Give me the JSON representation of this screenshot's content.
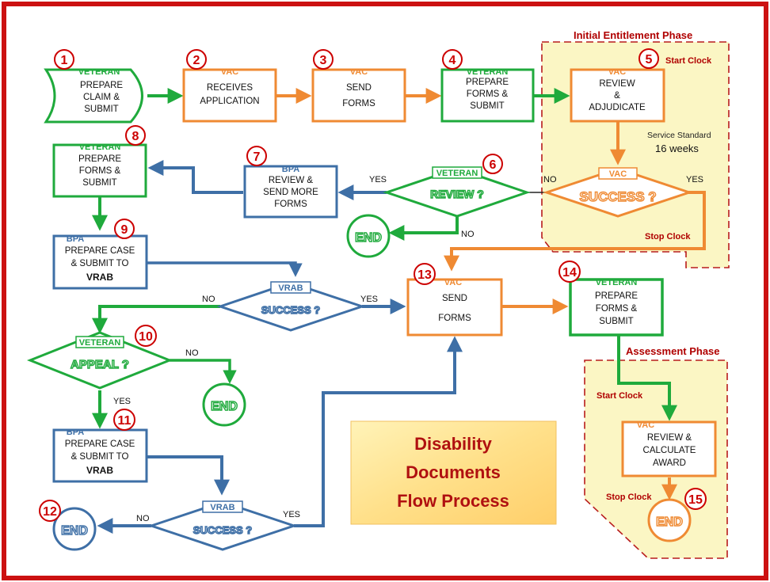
{
  "title_lines": [
    "Disability",
    "Documents",
    "Flow Process"
  ],
  "phases": {
    "initial": "Initial Entitlement Phase",
    "assessment": "Assessment Phase"
  },
  "clocks": {
    "start_1": "Start Clock",
    "stop_1": "Stop Clock",
    "start_2": "Start Clock",
    "stop_2": "Stop Clock"
  },
  "service_standard": {
    "label": "Service Standard",
    "value": "16 weeks"
  },
  "colors": {
    "green": "#1faa3c",
    "orange": "#ef8a33",
    "blue": "#3e6fa6",
    "red": "#cc0000",
    "zone_fill": "#fbf6c4"
  },
  "steps": {
    "s1": {
      "num": "1",
      "actor": "VETERAN",
      "lines": [
        "PREPARE",
        "CLAIM &",
        "SUBMIT"
      ]
    },
    "s2": {
      "num": "2",
      "actor": "VAC",
      "lines": [
        "RECEIVES",
        "APPLICATION"
      ]
    },
    "s3": {
      "num": "3",
      "actor": "VAC",
      "lines": [
        "SEND",
        "FORMS"
      ]
    },
    "s4": {
      "num": "4",
      "actor": "VETERAN",
      "lines": [
        "PREPARE",
        "FORMS &",
        "SUBMIT"
      ]
    },
    "s5": {
      "num": "5",
      "actor": "VAC",
      "lines": [
        "REVIEW",
        "&",
        "ADJUDICATE"
      ]
    },
    "s6": {
      "num": "6",
      "actor": "VETERAN",
      "question": "REVIEW ?"
    },
    "s5d": {
      "actor": "VAC",
      "question": "SUCCESS ?"
    },
    "s7": {
      "num": "7",
      "actor": "BPA",
      "lines": [
        "REVIEW &",
        "SEND MORE",
        "FORMS"
      ]
    },
    "s8": {
      "num": "8",
      "actor": "VETERAN",
      "lines": [
        "PREPARE",
        "FORMS &",
        "SUBMIT"
      ]
    },
    "s9": {
      "num": "9",
      "actor": "BPA",
      "lines": [
        "PREPARE CASE",
        "& SUBMIT  TO"
      ],
      "bold_line": "VRAB"
    },
    "vrab1": {
      "actor": "VRAB",
      "question": "SUCCESS ?"
    },
    "s10": {
      "num": "10",
      "actor": "VETERAN",
      "question": "APPEAL ?"
    },
    "s11": {
      "num": "11",
      "actor": "BPA",
      "lines": [
        "PREPARE CASE",
        "& SUBMIT  TO"
      ],
      "bold_line": "VRAB"
    },
    "vrab2": {
      "actor": "VRAB",
      "question": "SUCCESS ?"
    },
    "s12": {
      "num": "12",
      "text": "END"
    },
    "s13": {
      "num": "13",
      "actor": "VAC",
      "lines": [
        "SEND",
        "FORMS"
      ]
    },
    "s14": {
      "num": "14",
      "actor": "VETERAN",
      "lines": [
        "PREPARE",
        "FORMS &",
        "SUBMIT"
      ]
    },
    "s15": {
      "num": "15",
      "text": "END"
    },
    "calc": {
      "actor": "VAC",
      "lines": [
        "REVIEW  &",
        "CALCULATE",
        "AWARD"
      ]
    },
    "end_a": {
      "text": "END"
    },
    "end_b": {
      "text": "END"
    }
  },
  "edge_labels": {
    "s6_yes": "YES",
    "s6_no": "NO",
    "s5d_no": "NO",
    "s5d_yes": "YES",
    "vrab1_no": "NO",
    "vrab1_yes": "YES",
    "s10_no": "NO",
    "s10_yes": "YES",
    "vrab2_no": "NO",
    "vrab2_yes": "YES"
  }
}
